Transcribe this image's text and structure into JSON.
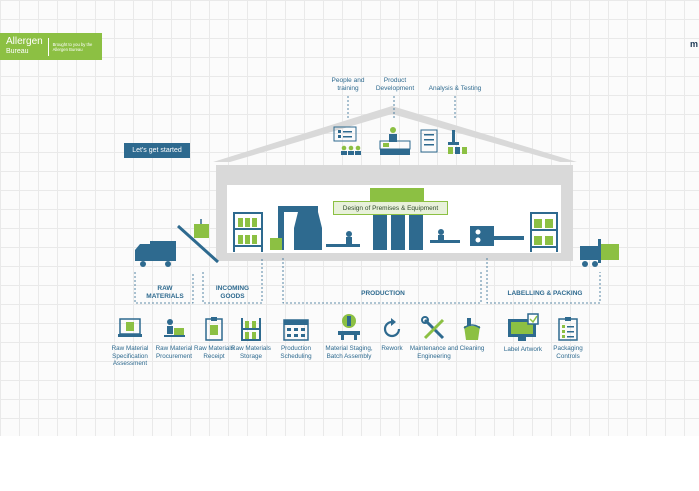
{
  "logo": {
    "brand": "Allergen",
    "sub": "Bureau",
    "tagline": "Brought to you by the Allergen Bureau"
  },
  "corner_mark": "m",
  "start_button": "Let's get started",
  "top_labels": {
    "people": "People and training",
    "product": "Product Development",
    "analysis": "Analysis & Testing"
  },
  "premises_label": "Design of Premises & Equipment",
  "sections": {
    "raw_materials": "RAW MATERIALS",
    "incoming_goods": "INCOMING GOODS",
    "production": "PRODUCTION",
    "labelling": "LABELLING & PACKING"
  },
  "steps": [
    {
      "label": "Raw Material Specification Assessment",
      "icon": "clipboard-laptop-icon"
    },
    {
      "label": "Raw Material Procurement",
      "icon": "person-computer-icon"
    },
    {
      "label": "Raw Materials Receipt",
      "icon": "receipt-clipboard-icon"
    },
    {
      "label": "Raw Materials Storage",
      "icon": "storage-shelf-icon"
    },
    {
      "label": "Production Scheduling",
      "icon": "calendar-icon"
    },
    {
      "label": "Material Staging, Batch Assembly",
      "icon": "staging-icon"
    },
    {
      "label": "Rework",
      "icon": "rework-arrow-icon"
    },
    {
      "label": "Maintenance and Engineering",
      "icon": "tools-icon"
    },
    {
      "label": "Cleaning",
      "icon": "cleaning-bucket-icon"
    },
    {
      "label": "Label Artwork",
      "icon": "label-monitor-icon"
    },
    {
      "label": "Packaging Controls",
      "icon": "checklist-icon"
    }
  ],
  "colors": {
    "accent": "#2e6a8f",
    "brand_green": "#8cc043",
    "building_gray": "#d9d9d9"
  }
}
